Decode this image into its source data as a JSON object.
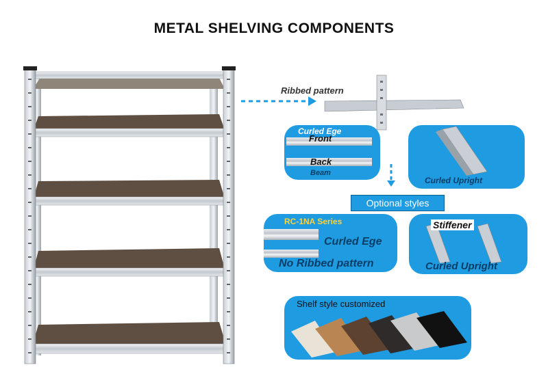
{
  "title": "METAL SHELVING COMPONENTS",
  "callout_ribbed": "Ribbed pattern",
  "panel_beam": {
    "top_label": "Curled Ege",
    "front": "Front",
    "back": "Back",
    "bottom_label": "Beam"
  },
  "panel_upright": {
    "label": "Curled Upright"
  },
  "optional_styles": "Optional styles",
  "panel_rc1na": {
    "series": "RC-1NA Series",
    "label1": "Curled Ege",
    "label2": "No Ribbed pattern"
  },
  "panel_stiffener": {
    "tag": "Stiffener",
    "label": "Curled Upright"
  },
  "panel_shelf": {
    "label": "Shelf style customized"
  },
  "colors": {
    "accent": "#1f9be2",
    "arrow": "#1f9be2",
    "board": "#5f4f42"
  }
}
